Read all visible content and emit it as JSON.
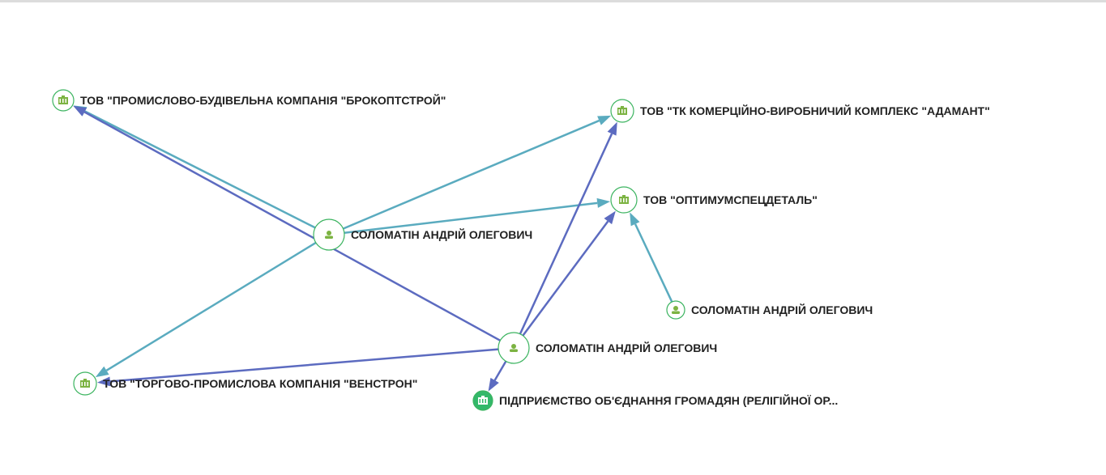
{
  "colors": {
    "teal": "#5aabbf",
    "blue": "#5c6bc0",
    "node_border": "#3cb460",
    "icon": "#7cb342",
    "filled": "#33b86a"
  },
  "nodes": [
    {
      "id": "brok",
      "type": "company",
      "label": "ТОВ \"ПРОМИСЛОВО-БУДІВЕЛЬНА КОМПАНІЯ \"БРОКОПТСТРОЙ\""
    },
    {
      "id": "adam",
      "type": "company",
      "label": "ТОВ \"ТК КОМЕРЦІЙНО-ВИРОБНИЧИЙ КОМПЛЕКС \"АДАМАНТ\""
    },
    {
      "id": "opt",
      "type": "company",
      "label": "ТОВ \"ОПТИМУМСПЕЦДЕТАЛЬ\""
    },
    {
      "id": "p1",
      "type": "person",
      "label": "СОЛОМАТІН АНДРІЙ ОЛЕГОВИЧ"
    },
    {
      "id": "p2",
      "type": "person",
      "label": "СОЛОМАТІН АНДРІЙ ОЛЕГОВИЧ"
    },
    {
      "id": "p3",
      "type": "person",
      "label": "СОЛОМАТІН АНДРІЙ ОЛЕГОВИЧ"
    },
    {
      "id": "ven",
      "type": "company",
      "label": "ТОВ \"ТОРГОВО-ПРОМИСЛОВА КОМПАНІЯ \"ВЕНСТРОН\""
    },
    {
      "id": "pid",
      "type": "company-main",
      "label": "ПІДПРИЄМСТВО ОБ'ЄДНАННЯ ГРОМАДЯН (РЕЛІГІЙНОЇ ОР..."
    }
  ],
  "edges": [
    {
      "from": "p1",
      "to": "brok",
      "kind": "teal"
    },
    {
      "from": "p3",
      "to": "brok",
      "kind": "blue"
    },
    {
      "from": "p1",
      "to": "adam",
      "kind": "teal"
    },
    {
      "from": "p1",
      "to": "opt",
      "kind": "teal"
    },
    {
      "from": "p1",
      "to": "ven",
      "kind": "teal"
    },
    {
      "from": "p3",
      "to": "ven",
      "kind": "blue"
    },
    {
      "from": "p3",
      "to": "adam",
      "kind": "blue"
    },
    {
      "from": "p3",
      "to": "opt",
      "kind": "blue"
    },
    {
      "from": "p3",
      "to": "pid",
      "kind": "blue"
    },
    {
      "from": "p2",
      "to": "opt",
      "kind": "teal"
    }
  ]
}
